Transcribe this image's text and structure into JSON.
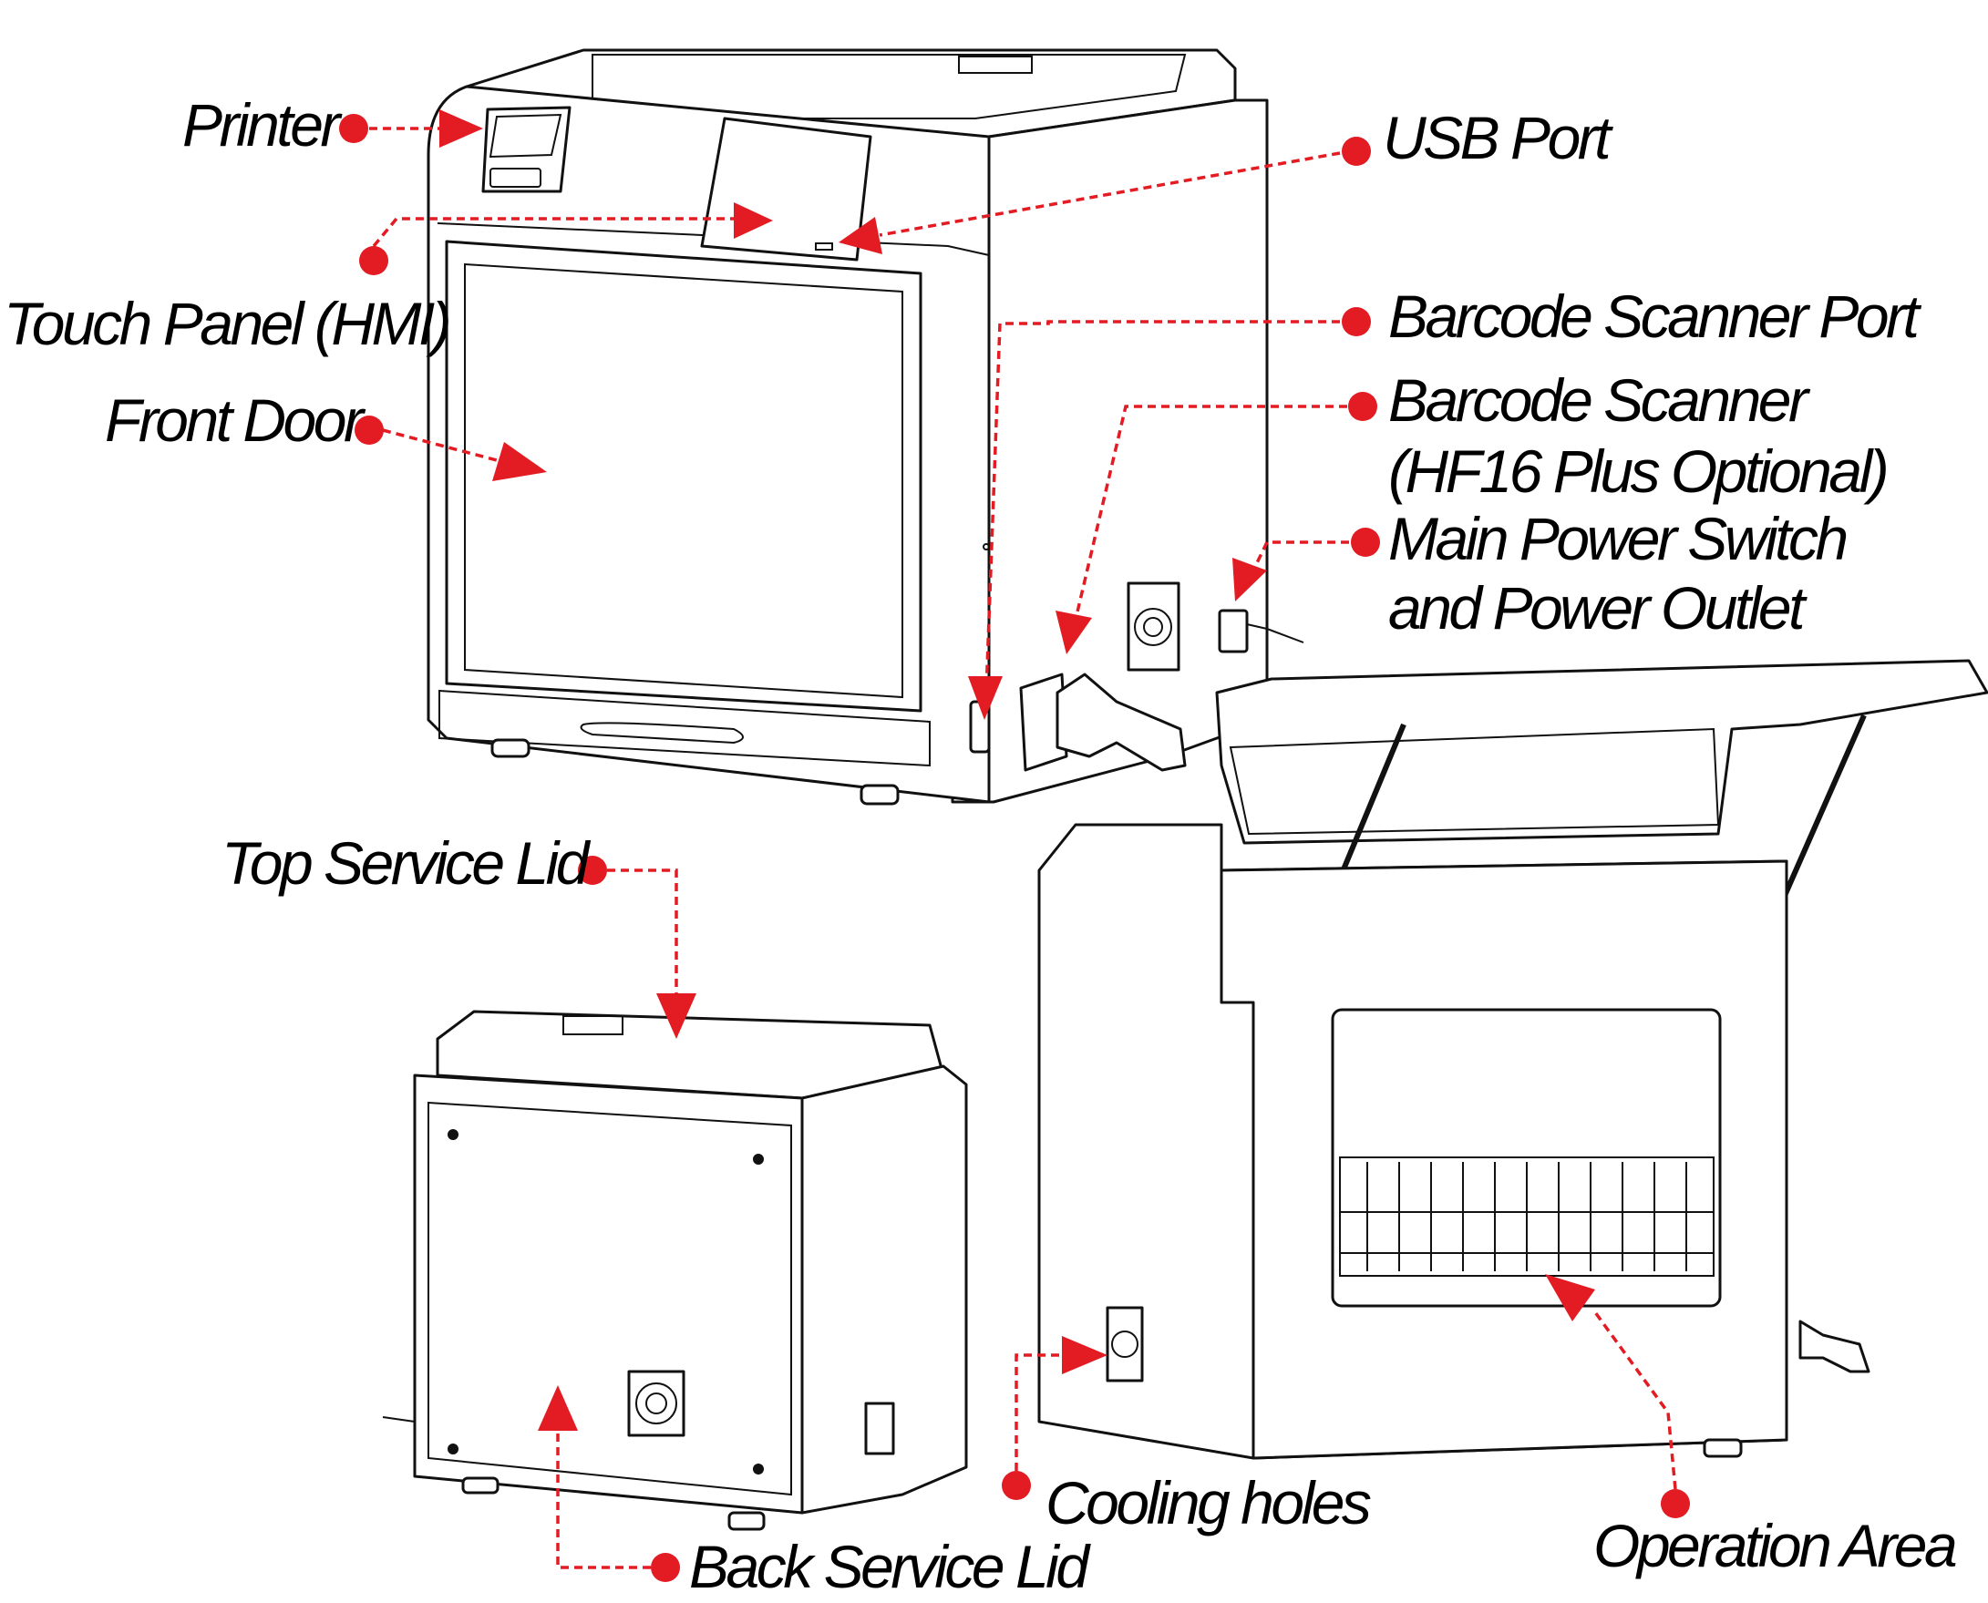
{
  "colors": {
    "callout": "#e31b23",
    "line": "#111111",
    "background": "#ffffff"
  },
  "callouts": {
    "printer": "Printer",
    "touch_panel": "Touch Panel (HMI)",
    "front_door": "Front Door",
    "usb_port": "USB Port",
    "barcode_scanner_port": "Barcode Scanner Port",
    "barcode_scanner_line1": "Barcode Scanner",
    "barcode_scanner_line2": "(HF16 Plus Optional)",
    "main_power_line1": "Main Power Switch",
    "main_power_line2": "and Power Outlet",
    "top_service_lid": "Top Service Lid",
    "back_service_lid": "Back Service Lid",
    "cooling_holes": "Cooling holes",
    "operation_area": "Operation Area"
  }
}
